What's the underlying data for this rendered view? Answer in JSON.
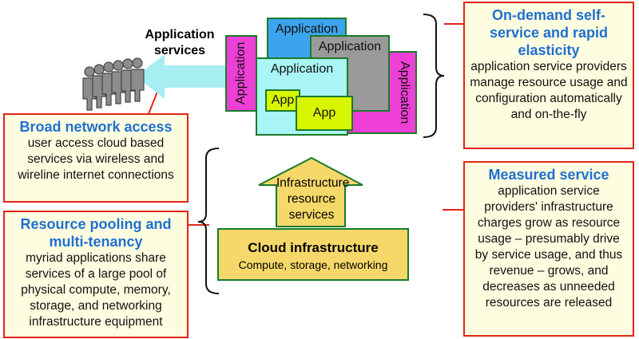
{
  "diagram": {
    "app_services_label": "Application services",
    "app_label": "Application",
    "small_app_label": "App",
    "infra_services_label": "Infrastructure resource services",
    "cloud_infra": {
      "title": "Cloud infrastructure",
      "subtitle": "Compute, storage, networking"
    }
  },
  "notes": {
    "on_demand": {
      "title": "On-demand self-service and rapid elasticity",
      "body": "application service providers manage resource usage and configuration automatically and on-the-fly"
    },
    "broad_network": {
      "title": "Broad network access",
      "body": "user access cloud based services via wireless and wireline internet connections"
    },
    "resource_pooling": {
      "title": "Resource pooling and multi-tenancy",
      "body": "myriad applications share services of a large pool of physical compute, memory, storage, and networking infrastructure equipment"
    },
    "measured": {
      "title": "Measured service",
      "body": "application service providers' infrastructure charges grow as resource usage – presumably drive by service usage, and thus revenue – grows, and decreases as unneeded resources are released"
    }
  },
  "colors": {
    "note_border": "#e2231a",
    "note_fill": "#fffde0",
    "note_title": "#1f6fd1",
    "app_border": "#1a7a2a",
    "magenta_app": "#ee3fd6",
    "blue_app": "#3ca4ee",
    "gray_app": "#9a9a9a",
    "cyan_app": "#aaf5f5",
    "lime_app": "#d8f500",
    "infra_fill": "#f6d86a",
    "arrow_fill": "#a6eef2"
  }
}
